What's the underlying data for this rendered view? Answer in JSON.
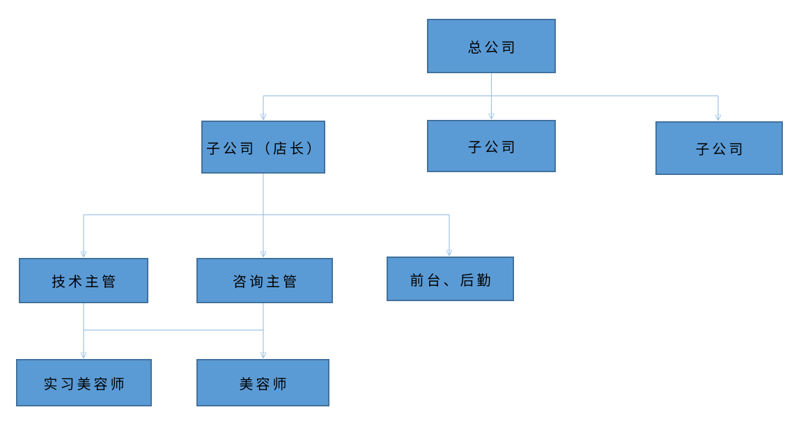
{
  "diagram": {
    "type": "org-chart",
    "nodes": [
      {
        "id": "head-office",
        "label": "总公司",
        "level": 1
      },
      {
        "id": "branch-store-manager",
        "label": "子公司（店长）",
        "level": 2
      },
      {
        "id": "branch-2",
        "label": "子公司",
        "level": 2
      },
      {
        "id": "branch-3",
        "label": "子公司",
        "level": 2
      },
      {
        "id": "tech-supervisor",
        "label": "技术主管",
        "level": 3
      },
      {
        "id": "consulting-supervisor",
        "label": "咨询主管",
        "level": 3
      },
      {
        "id": "front-desk-logistics",
        "label": "前台、后勤",
        "level": 3
      },
      {
        "id": "trainee-beautician",
        "label": "实习美容师",
        "level": 4
      },
      {
        "id": "beautician",
        "label": "美容师",
        "level": 4
      }
    ],
    "edges": [
      {
        "from": "head-office",
        "to": "branch-store-manager"
      },
      {
        "from": "head-office",
        "to": "branch-2"
      },
      {
        "from": "head-office",
        "to": "branch-3"
      },
      {
        "from": "branch-store-manager",
        "to": "tech-supervisor"
      },
      {
        "from": "branch-store-manager",
        "to": "consulting-supervisor"
      },
      {
        "from": "branch-store-manager",
        "to": "front-desk-logistics"
      },
      {
        "from": "tech-supervisor",
        "to": "trainee-beautician"
      },
      {
        "from": "consulting-supervisor",
        "to": "beautician"
      }
    ],
    "colors": {
      "node_fill": "#5B9BD5",
      "node_border": "#41719C",
      "connector": "#9DC3E6",
      "text": "#000000",
      "background": "#FFFFFF"
    }
  }
}
